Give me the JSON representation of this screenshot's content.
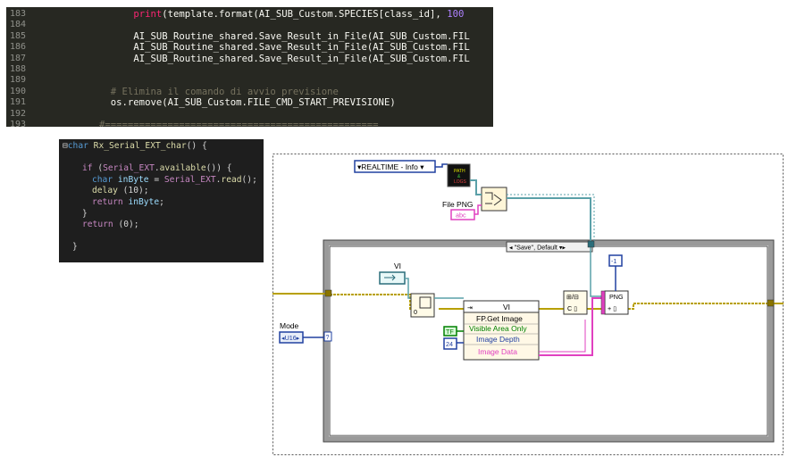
{
  "python_editor": {
    "lines": [
      {
        "number": "183",
        "indent": 16,
        "tokens": [
          {
            "t": "print",
            "c": "kw"
          },
          {
            "t": "(template.format(AI_SUB_Custom.SPECIES[class_id], ",
            "c": ""
          },
          {
            "t": "100",
            "c": "num"
          }
        ]
      },
      {
        "number": "184",
        "indent": 0,
        "tokens": []
      },
      {
        "number": "185",
        "indent": 16,
        "tokens": [
          {
            "t": "AI_SUB_Routine_shared.Save_Result_in_File(AI_SUB_Custom.FIL",
            "c": ""
          }
        ]
      },
      {
        "number": "186",
        "indent": 16,
        "tokens": [
          {
            "t": "AI_SUB_Routine_shared.Save_Result_in_File(AI_SUB_Custom.FIL",
            "c": ""
          }
        ]
      },
      {
        "number": "187",
        "indent": 16,
        "tokens": [
          {
            "t": "AI_SUB_Routine_shared.Save_Result_in_File(AI_SUB_Custom.FIL",
            "c": ""
          }
        ]
      },
      {
        "number": "188",
        "indent": 0,
        "tokens": []
      },
      {
        "number": "189",
        "indent": 0,
        "tokens": []
      },
      {
        "number": "190",
        "indent": 12,
        "tokens": [
          {
            "t": "# Elimina il comando di avvio previsione",
            "c": "cm"
          }
        ]
      },
      {
        "number": "191",
        "indent": 12,
        "tokens": [
          {
            "t": "os.remove(AI_SUB_Custom.FILE_CMD_START_PREVISIONE)",
            "c": ""
          }
        ]
      },
      {
        "number": "192",
        "indent": 0,
        "tokens": []
      },
      {
        "number": "193",
        "indent": 10,
        "tokens": [
          {
            "t": "#================================================",
            "c": "cm"
          }
        ]
      }
    ]
  },
  "c_editor": {
    "lines": [
      {
        "indent": 0,
        "tokens": [
          {
            "t": "⊟",
            "c": "plain"
          },
          {
            "t": "char ",
            "c": "kw"
          },
          {
            "t": "Rx_Serial_EXT_char",
            "c": "fn"
          },
          {
            "t": "() {",
            "c": "sy"
          }
        ]
      },
      {
        "indent": 0,
        "tokens": []
      },
      {
        "indent": 2,
        "tokens": [
          {
            "t": "if ",
            "c": "rt"
          },
          {
            "t": "(",
            "c": "sy"
          },
          {
            "t": "Serial_EXT",
            "c": "obj"
          },
          {
            "t": ".",
            "c": "sy"
          },
          {
            "t": "available",
            "c": "fn"
          },
          {
            "t": "()) {",
            "c": "sy"
          }
        ]
      },
      {
        "indent": 3,
        "tokens": [
          {
            "t": "char ",
            "c": "kw"
          },
          {
            "t": "inByte",
            "c": "id"
          },
          {
            "t": " = ",
            "c": "sy"
          },
          {
            "t": "Serial_EXT",
            "c": "obj"
          },
          {
            "t": ".",
            "c": "sy"
          },
          {
            "t": "read",
            "c": "fn"
          },
          {
            "t": "();",
            "c": "sy"
          }
        ]
      },
      {
        "indent": 3,
        "tokens": [
          {
            "t": "delay ",
            "c": "fn"
          },
          {
            "t": "(10);",
            "c": "sy"
          }
        ]
      },
      {
        "indent": 3,
        "tokens": [
          {
            "t": "return ",
            "c": "rt"
          },
          {
            "t": "inByte",
            "c": "id"
          },
          {
            "t": ";",
            "c": "sy"
          }
        ]
      },
      {
        "indent": 2,
        "tokens": [
          {
            "t": "}",
            "c": "sy"
          }
        ]
      },
      {
        "indent": 2,
        "tokens": [
          {
            "t": "return ",
            "c": "rt"
          },
          {
            "t": "(0);",
            "c": "sy"
          }
        ]
      },
      {
        "indent": 0,
        "tokens": []
      },
      {
        "indent": 1,
        "tokens": [
          {
            "t": "}",
            "c": "sy"
          }
        ]
      }
    ]
  },
  "labview": {
    "realtime_dropdown": "▾REALTIME - Info ▾",
    "path_icon_text": [
      "PATH",
      "&",
      "LOGS"
    ],
    "file_png_label": "File PNG",
    "file_png_terminal": "abc",
    "case_selector": "◂ \"Save\", Default ▾▸",
    "vi_label": "VI",
    "mode_label": "Mode",
    "mode_terminal": "◂U16▸",
    "const_minus1": "-1",
    "const_true": "TF",
    "const_24": "24",
    "invoke_header": "VI",
    "invoke_method": "FP.Get Image",
    "invoke_params": [
      "Visible Area Only",
      "Image Depth",
      "Image Data"
    ],
    "png_write_label": "PNG",
    "colors": {
      "yellow_wire": "#b8a000",
      "pink_wire": "#e040c0",
      "teal_wire": "#5aa0a8",
      "blue_wire": "#2040a0",
      "green_wire": "#008000"
    }
  }
}
